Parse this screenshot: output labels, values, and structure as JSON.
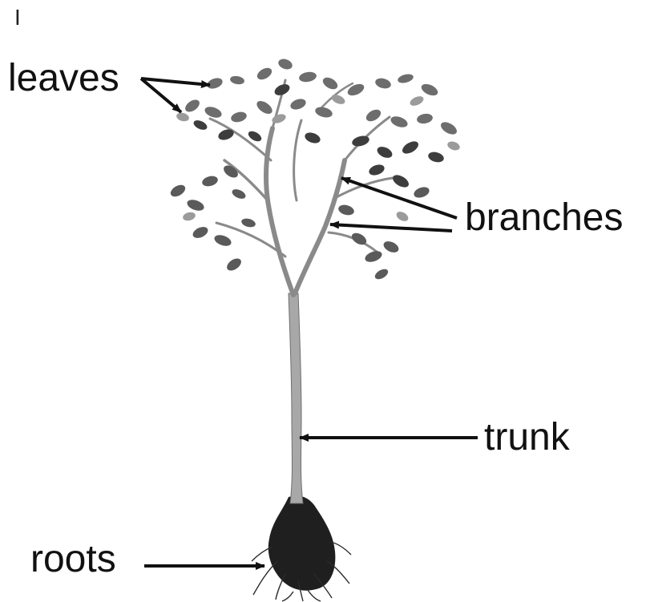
{
  "labels": {
    "corner_mark": "I",
    "leaves": "leaves",
    "branches": "branches",
    "trunk": "trunk",
    "roots": "roots"
  },
  "colors": {
    "text": "#111111",
    "arrow": "#111111",
    "leaf_dark": "#3d3d3d",
    "leaf_mid": "#6d6d6d",
    "leaf_light": "#9b9b9b",
    "trunk": "#a8a8a8",
    "trunk_edge": "#6e6e6e",
    "roots": "#1f1f1f"
  }
}
